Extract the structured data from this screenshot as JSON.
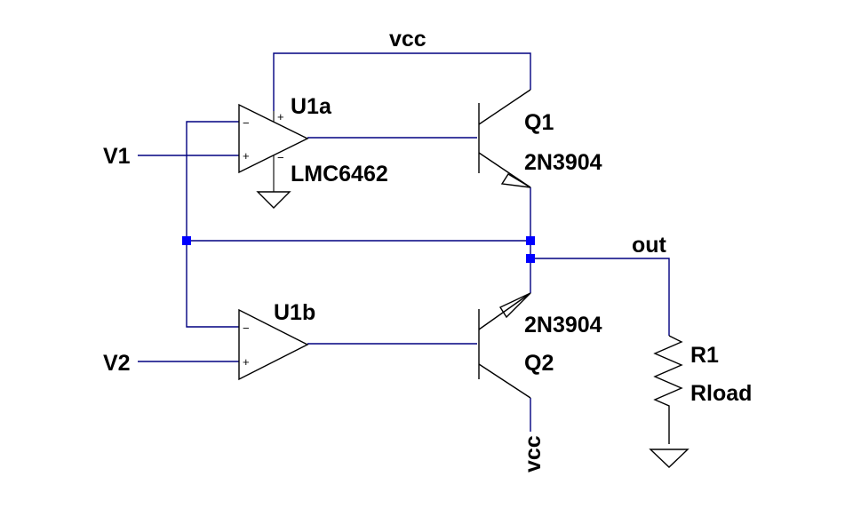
{
  "labels": {
    "vcc_top": "vcc",
    "vcc_bottom": "vcc",
    "v1": "V1",
    "v2": "V2",
    "out": "out",
    "u1a": "U1a",
    "u1b": "U1b",
    "opamp_part": "LMC6462",
    "q1": "Q1",
    "q2": "Q2",
    "q1_part": "2N3904",
    "q2_part": "2N3904",
    "r1": "R1",
    "r1_value": "Rload"
  },
  "opamp_signs": {
    "minus": "−",
    "plus": "+"
  },
  "colors": {
    "wire": "#000080",
    "junction": "#0000ff",
    "symbol": "#000000",
    "background": "#ffffff"
  }
}
